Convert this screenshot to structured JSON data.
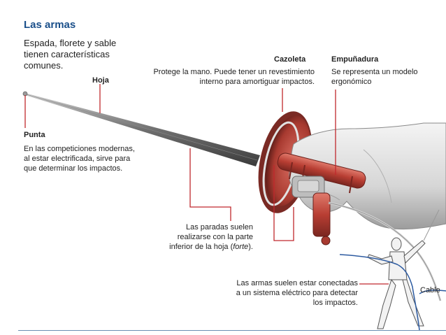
{
  "title": "Las armas",
  "intro": "Espada, florete y sable tienen características comunes.",
  "labels": {
    "hoja": "Hoja",
    "punta_title": "Punta",
    "punta_desc": "En las competiciones modernas, al estar electrificada, sirve para que determinar los impactos.",
    "cazoleta_title": "Cazoleta",
    "cazoleta_desc": "Protege la mano. Puede tener un revestimiento interno para amortiguar impactos.",
    "empunadura_title": "Empuñadura",
    "empunadura_desc": "Se representa un modelo ergonómico",
    "paradas_a": "Las paradas suelen realizarse con la parte inferior de la hoja (",
    "paradas_forte": "forte",
    "paradas_b": ").",
    "armas_desc": "Las armas suelen estar conectadas a un sistema eléctrico para detectar los impactos.",
    "cable": "Cable"
  },
  "colors": {
    "title": "#1a4f8a",
    "callout": "#c0282d",
    "guard": "#a83a30",
    "grip": "#c94b3e",
    "wire": "#2c5aa0"
  }
}
